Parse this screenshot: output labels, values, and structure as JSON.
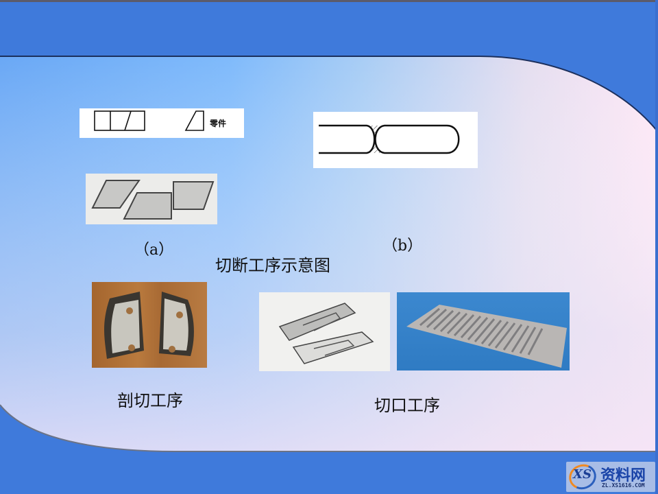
{
  "slide": {
    "colors": {
      "frame_blue": "#3f7adb",
      "content_gradient_start": "#6aaaf6",
      "content_gradient_mid": "#86c0fb",
      "content_gradient_end": "#fbe6f6",
      "text": "#111111"
    },
    "figure_a": {
      "top_diagram_label": "零件",
      "caption": "（a）"
    },
    "figure_b": {
      "caption": "（b）"
    },
    "main_caption": "切断工序示意图",
    "section_1": {
      "caption": "剖切工序"
    },
    "section_2": {
      "caption": "切口工序"
    },
    "watermark": {
      "logo_letters": "XS",
      "logo_text": "资料网",
      "logo_url": "ZL.XS1616.COM"
    }
  }
}
